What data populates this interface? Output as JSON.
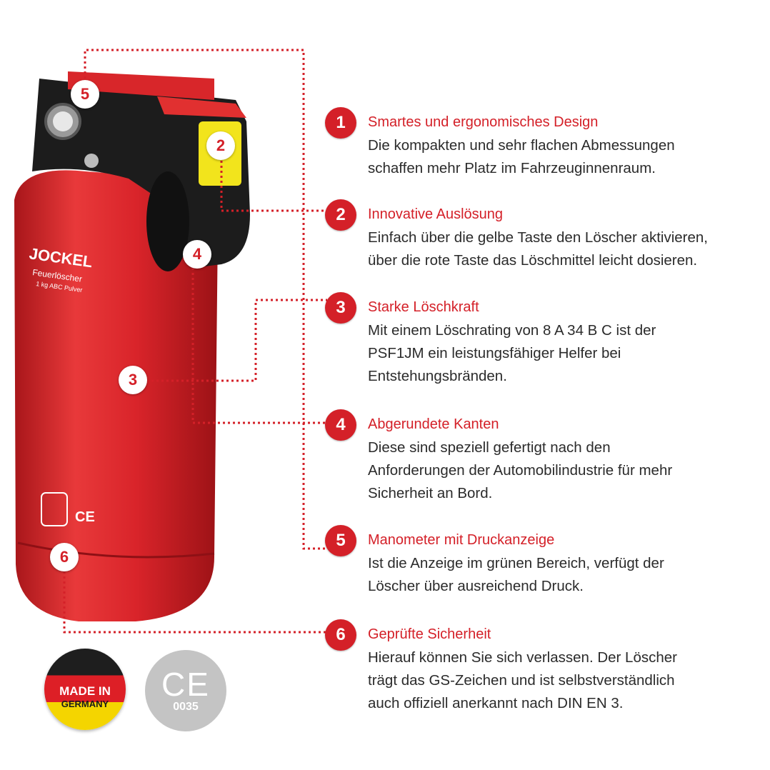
{
  "product": {
    "brand": "JOCKEL",
    "label_line": "Feuerlöscher",
    "label_sub": "1 kg ABC Pulver"
  },
  "callouts": [
    "1",
    "2",
    "3",
    "4",
    "5",
    "6"
  ],
  "features": [
    {
      "number": "1",
      "title": "Smartes und ergonomisches Design",
      "body": "Die kompakten und sehr flachen Abmessungen\nschaffen mehr Platz im Fahrzeuginnenraum."
    },
    {
      "number": "2",
      "title": "Innovative Auslösung",
      "body": "Einfach über die gelbe Taste den Löscher aktivieren,\nüber die rote Taste das Löschmittel leicht dosieren."
    },
    {
      "number": "3",
      "title": "Starke Löschkraft",
      "body": "Mit einem Löschrating von 8 A 34 B C ist der\nPSF1JM ein leistungsfähiger Helfer bei\nEntstehungsbränden."
    },
    {
      "number": "4",
      "title": "Abgerundete Kanten",
      "body": "Diese sind speziell gefertigt nach den\nAnforderungen der Automobilindustrie für mehr\nSicherheit an Bord."
    },
    {
      "number": "5",
      "title": "Manometer mit Druckanzeige",
      "body": "Ist die Anzeige im grünen Bereich, verfügt der\nLöscher über ausreichend Druck."
    },
    {
      "number": "6",
      "title": "Geprüfte Sicherheit",
      "body": "Hierauf können Sie sich verlassen. Der Löscher\nträgt das GS-Zeichen und ist selbstverständlich\nauch offiziell anerkannt nach DIN EN 3."
    }
  ],
  "badges": {
    "made_in_line1": "MADE IN",
    "made_in_line2": "GERMANY",
    "ce_mark": "CE",
    "ce_number": "0035"
  },
  "colors": {
    "accent": "#d42028",
    "body_red": "#e0282c",
    "head_black": "#1c1c1c",
    "trigger_yellow": "#f2e41c",
    "text": "#2b2b2b"
  }
}
